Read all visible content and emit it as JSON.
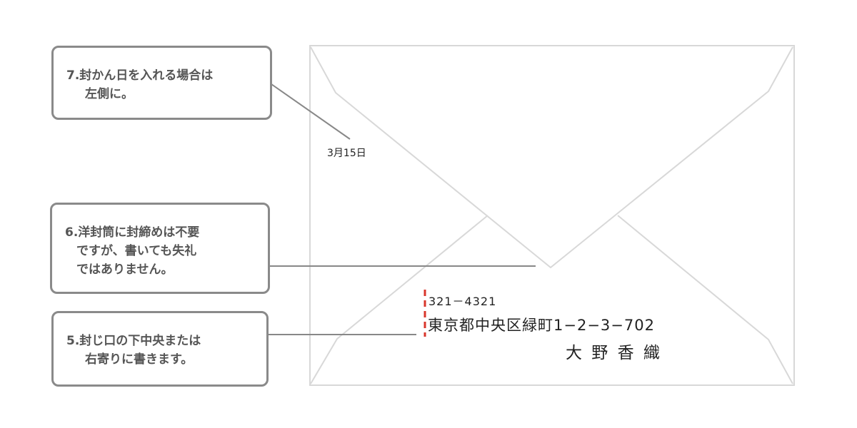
{
  "callouts": [
    {
      "lines": [
        "7.封かん日を入れる場合は",
        "左側に。"
      ]
    },
    {
      "lines": [
        "6.洋封筒に封締めは不要",
        "ですが、書いても失礼",
        "ではありません。"
      ]
    },
    {
      "lines": [
        "5.封じ口の下中央または",
        "右寄りに書きます。"
      ]
    }
  ],
  "envelope": {
    "date": "3月15日",
    "postal_code": "321－4321",
    "address": "東京都中央区緑町1−2−3−702",
    "name": "大 野 香 織"
  },
  "colors": {
    "callout_border": "#8a8a8a",
    "envelope_line": "#d8d8d8",
    "guide_mark": "#d9362b",
    "leader_line": "#888888"
  }
}
